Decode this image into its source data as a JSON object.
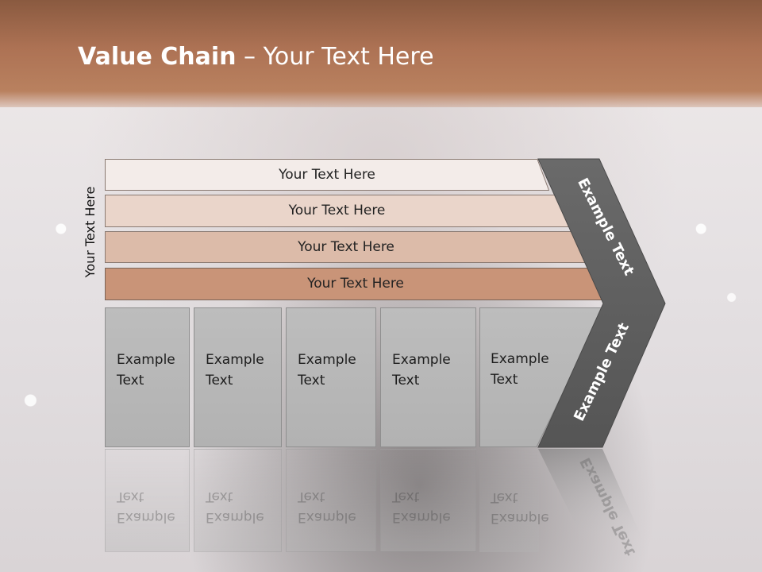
{
  "slide": {
    "title_bold": "Value Chain",
    "title_rest": " – Your Text Here",
    "vertical_label": "Your Text Here"
  },
  "bars": [
    {
      "label": "Your Text Here",
      "color": "#f3ece9"
    },
    {
      "label": "Your Text Here",
      "color": "#ead5ca"
    },
    {
      "label": "Your Text Here",
      "color": "#dcbba9"
    },
    {
      "label": "Your Text Here",
      "color": "#c99478"
    }
  ],
  "boxes": [
    {
      "line1": "Example",
      "line2": "Text"
    },
    {
      "line1": "Example",
      "line2": "Text"
    },
    {
      "line1": "Example",
      "line2": "Text"
    },
    {
      "line1": "Example",
      "line2": "Text"
    },
    {
      "line1": "Example",
      "line2": "Text"
    }
  ],
  "chevron": {
    "upper_label": "Example Text",
    "lower_label": "Example Text",
    "color": "#5f5f5f"
  }
}
